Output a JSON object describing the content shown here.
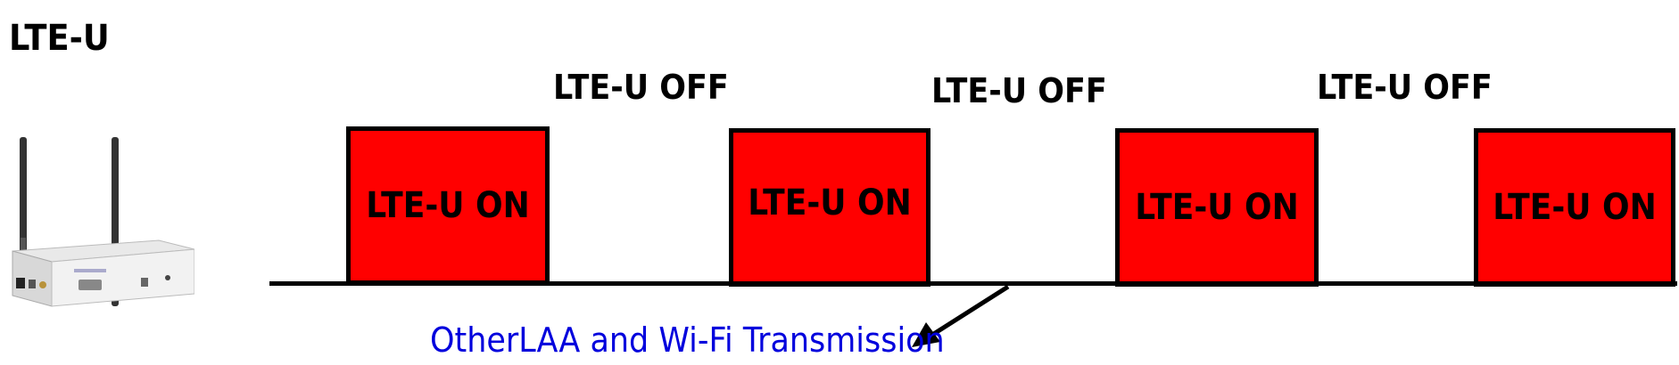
{
  "title": "LTE-U",
  "off_label": "LTE-U OFF",
  "on_label": "LTE-U ON",
  "annotation": "OtherLAA and Wi-Fi Transmission",
  "colors": {
    "on_fill": "#ff0000",
    "annotation_text": "#0000dd",
    "ink": "#000000"
  },
  "icons": {
    "device": "wireless-router-icon",
    "pointer": "arrow-icon"
  }
}
